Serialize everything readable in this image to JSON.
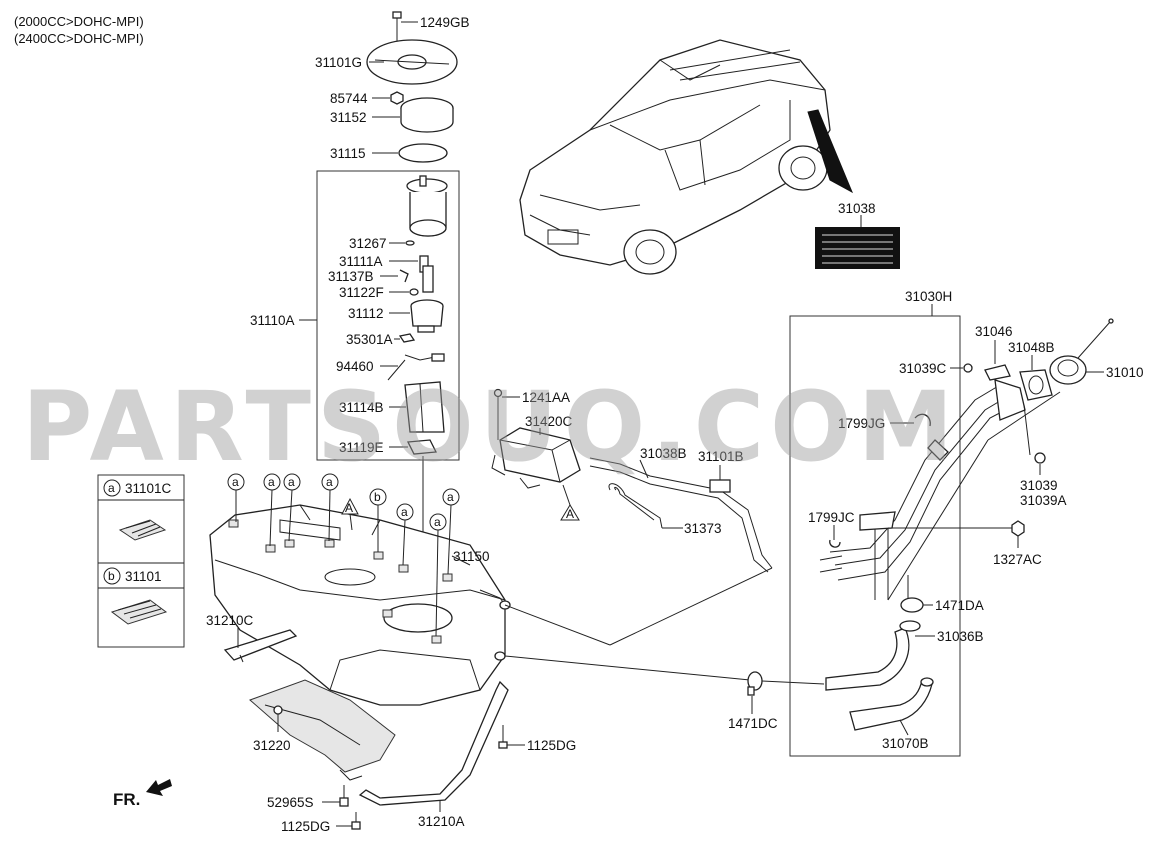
{
  "header": {
    "line1": "(2000CC>DOHC-MPI)",
    "line2": "(2400CC>DOHC-MPI)"
  },
  "watermark": "PARTSOUQ.COM",
  "direction_label": "FR.",
  "legend": {
    "a_letter": "a",
    "a_part": "31101C",
    "b_letter": "b",
    "b_part": "31101"
  },
  "labels": {
    "p1249GB": "1249GB",
    "p31101G": "31101G",
    "p85744": "85744",
    "p31152": "31152",
    "p31115": "31115",
    "p31267": "31267",
    "p31111A": "31111A",
    "p31137B": "31137B",
    "p31122F": "31122F",
    "p31112": "31112",
    "p31110A": "31110A",
    "p35301A": "35301A",
    "p94460": "94460",
    "p31114B": "31114B",
    "p31119E": "31119E",
    "p1241AA": "1241AA",
    "p31420C": "31420C",
    "p31038B": "31038B",
    "p31101B": "31101B",
    "p31373": "31373",
    "p31150": "31150",
    "p31210C": "31210C",
    "p31220": "31220",
    "p1125DG_a": "1125DG",
    "p52965S": "52965S",
    "p1125DG_b": "1125DG",
    "p31210A": "31210A",
    "p1471DC": "1471DC",
    "p31038": "31038",
    "p31030H": "31030H",
    "p31046": "31046",
    "p31039C": "31039C",
    "p31048B": "31048B",
    "p31010": "31010",
    "p1799JG": "1799JG",
    "p31039": "31039",
    "p31039A": "31039A",
    "p1799JC": "1799JC",
    "p1327AC": "1327AC",
    "p1471DA": "1471DA",
    "p31036B": "31036B",
    "p31070B": "31070B"
  },
  "refs": {
    "a": "a",
    "b": "b",
    "A": "A"
  }
}
